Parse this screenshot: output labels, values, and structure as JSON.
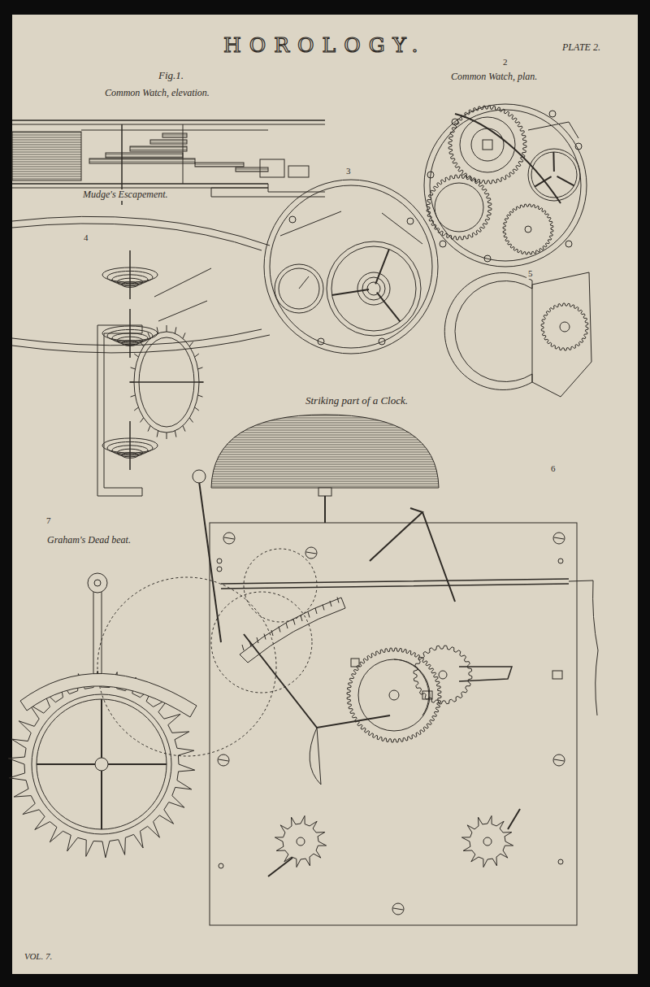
{
  "diagram": {
    "title": "HOROLOGY.",
    "labels": [
      "PLATE 2.",
      "Fig.1.",
      "Common Watch, elevation.",
      "2",
      "Common Watch, plan.",
      "Mudge's Escapement.",
      "3",
      "4",
      "5",
      "Striking part of a Clock.",
      "6",
      "7",
      "Graham's Dead beat.",
      "VOL. 7."
    ]
  }
}
